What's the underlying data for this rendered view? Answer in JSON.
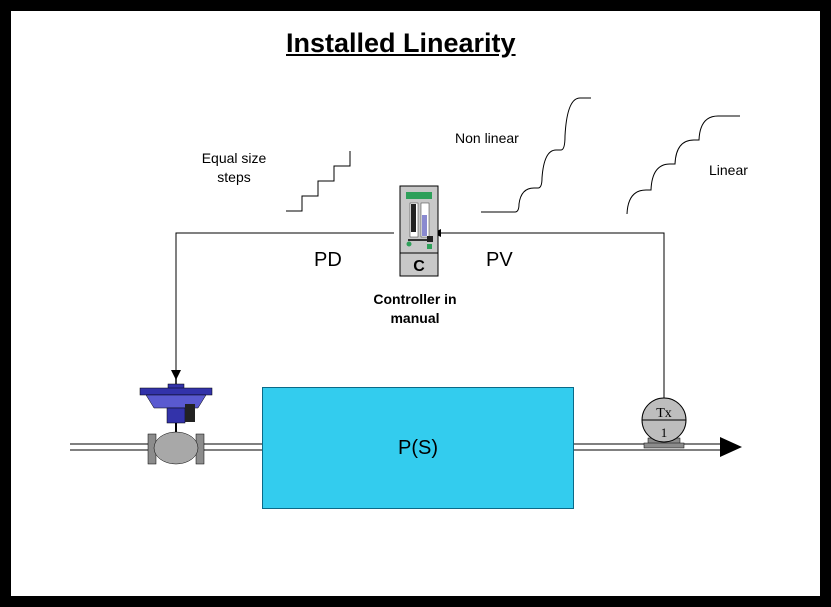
{
  "title": "Installed Linearity",
  "labels": {
    "equal_steps": "Equal size steps",
    "non_linear": "Non linear",
    "linear": "Linear",
    "pd": "PD",
    "pv": "PV",
    "controller": "Controller in manual",
    "process": "P(S)"
  },
  "controller_symbol": "C",
  "transmitter": {
    "tag": "Tx",
    "number": "1"
  },
  "colors": {
    "process_fill": "#33ccee",
    "actuator": "#3333aa",
    "valve_body": "#8c8c8c",
    "controller_body": "#c8c8c8"
  }
}
